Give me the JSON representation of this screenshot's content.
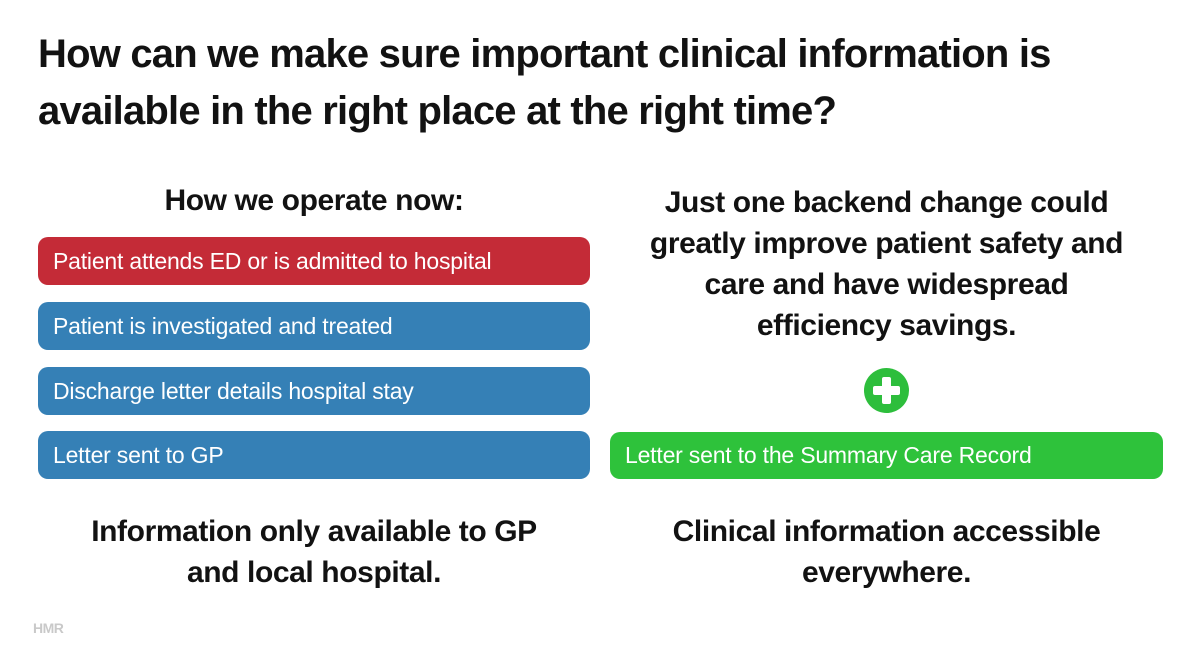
{
  "title": "How can we make sure important clinical information is\navailable in the right place at the right time?",
  "left_column": {
    "header": "How we operate now:",
    "steps": [
      {
        "label": "Patient attends ED or is admitted to hospital",
        "color": "#c42b37"
      },
      {
        "label": "Patient is investigated and treated",
        "color": "#3580b6"
      },
      {
        "label": "Discharge letter details hospital stay",
        "color": "#3580b6"
      },
      {
        "label": "Letter sent to GP",
        "color": "#3580b6"
      }
    ],
    "caption": "Information only available to GP\nand local hospital."
  },
  "right_column": {
    "header": "Just one backend change could\ngreatly improve patient safety and\ncare and have widespread\nefficiency savings.",
    "plus_icon": "plus-icon",
    "step": {
      "label": "Letter sent to the Summary Care Record",
      "color": "#2ec23b"
    },
    "caption": "Clinical information accessible\neverywhere."
  },
  "footer": {
    "logo": "HMR"
  },
  "colors": {
    "step_red": "#c42b37",
    "step_blue": "#3580b6",
    "step_green": "#2ec23b",
    "plus_green": "#2dbe3c",
    "text": "#121212",
    "logo_gray": "#c9c9c9",
    "background": "#ffffff"
  }
}
